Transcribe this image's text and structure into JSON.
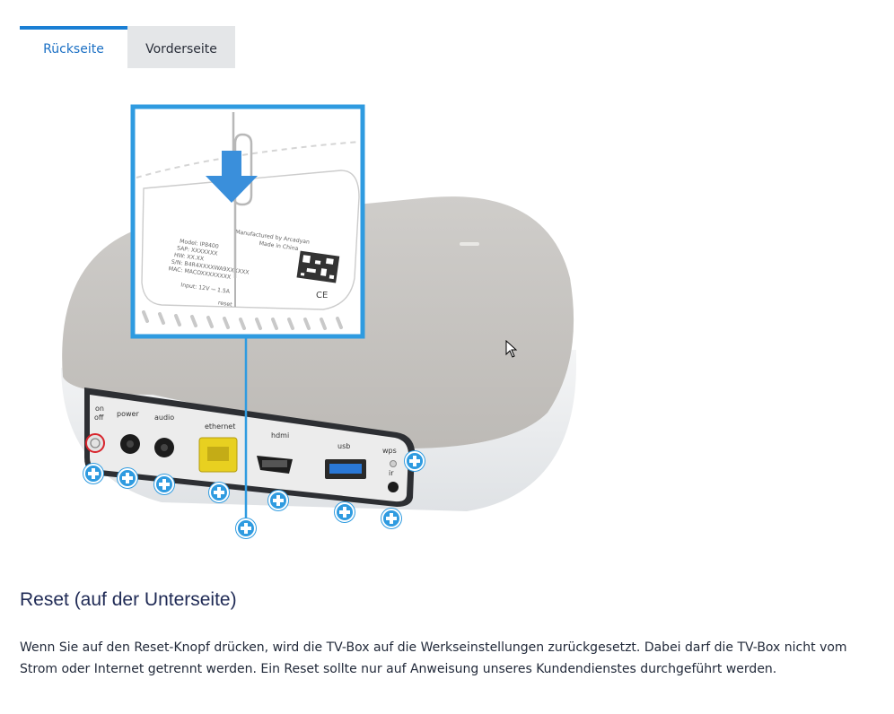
{
  "tabs": [
    {
      "label": "Rückseite",
      "active": true
    },
    {
      "label": "Vorderseite",
      "active": false
    }
  ],
  "device": {
    "port_labels": {
      "on_off": [
        "on",
        "off"
      ],
      "power": "power",
      "audio": "audio",
      "ethernet": "ethernet",
      "hdmi": "hdmi",
      "usb": "usb",
      "wps": "wps",
      "ir": "ir"
    },
    "label_sticker": {
      "manufactured": "Manufactured by Arcadyan",
      "made_in": "Made in China",
      "model": "Model: IP8400",
      "sap": "SAP: XXXXXXX",
      "hw": "HW: XX.XX",
      "sn": "S/N: B4R4XXXXWA9XXXXXX",
      "mac": "MAC: MACOXXXXXXXX",
      "input": "Input: 12V ⎓ 1.5A",
      "reset": "reset"
    }
  },
  "section": {
    "title": "Reset (auf der Unterseite)",
    "body": "Wenn Sie auf den Reset-Knopf drücken, wird die TV-Box auf die Werkseinstellungen zurückgesetzt. Dabei darf die TV-Box nicht vom Strom oder Internet getrennt werden. Ein Reset sollte nur auf Anweisung unseres Kundendienstes durchgeführt werden."
  },
  "colors": {
    "accent": "#1a7fd4",
    "hotspot": "#2f9be0",
    "tab_inactive_bg": "#e4e6e8",
    "ethernet_port": "#e8d020"
  }
}
